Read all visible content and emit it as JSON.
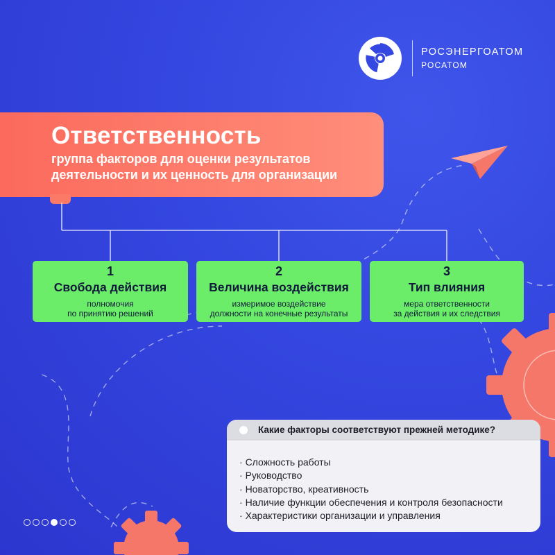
{
  "logo": {
    "icon": "rosatom-logo-icon",
    "main": "РОСЭНЕРГОАТОМ",
    "sub": "РОСАТОМ"
  },
  "banner": {
    "title": "Ответственность",
    "subtitle": "группа факторов для оценки результатов деятельности и их ценность для организации"
  },
  "factors": [
    {
      "number": "1",
      "title": "Свобода действия",
      "desc1": "полномочия",
      "desc2": "по принятию решений"
    },
    {
      "number": "2",
      "title": "Величина воздействия",
      "desc1": "измеримое воздействие",
      "desc2": "должности на конечные результаты"
    },
    {
      "number": "3",
      "title": "Тип влияния",
      "desc1": "мера ответственности",
      "desc2": "за действия и их следствия"
    }
  ],
  "card": {
    "question": "Какие факторы соответствуют прежней методике?",
    "items": [
      "Сложность работы",
      "Руководство",
      "Новаторство, креативность",
      "Наличие функции обеспечения и контроля безопасности",
      "Характеристики организации и управления"
    ]
  },
  "pager": {
    "total": 6,
    "active": 3
  },
  "colors": {
    "background": "#3447e0",
    "banner": "#fb6a5c",
    "factor_box": "#6ced6a",
    "gear": "#f5776a",
    "card": "#f2f2f6"
  }
}
